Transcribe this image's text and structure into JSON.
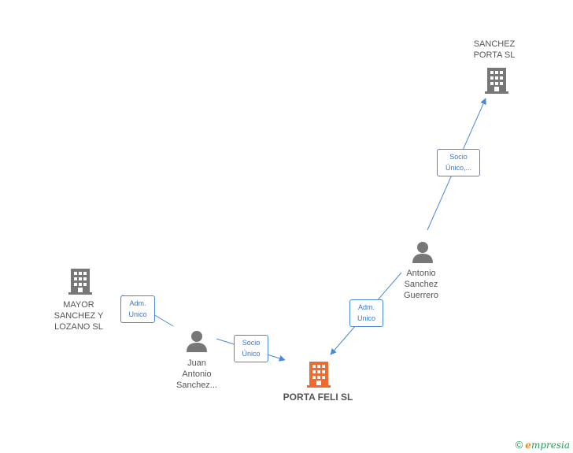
{
  "nodes": {
    "sanchez_porta": {
      "label": "SANCHEZ\nPORTA  SL",
      "kind": "company"
    },
    "antonio": {
      "label": "Antonio\nSanchez\nGuerrero",
      "kind": "person"
    },
    "mayor": {
      "label": "MAYOR\nSANCHEZ Y\nLOZANO SL",
      "kind": "company"
    },
    "juan": {
      "label": "Juan\nAntonio\nSanchez...",
      "kind": "person"
    },
    "porta_feli": {
      "label": "PORTA FELI SL",
      "kind": "company-main"
    }
  },
  "edges": {
    "antonio_sanchez_porta": {
      "label": "Socio\nÚnico,..."
    },
    "antonio_porta_feli": {
      "label": "Adm.\nUnico"
    },
    "juan_mayor": {
      "label": "Adm.\nUnico"
    },
    "juan_porta_feli": {
      "label": "Socio\nÚnico"
    }
  },
  "footer": {
    "copyright": "©",
    "brand_e": "e",
    "brand_rest": "mpresia"
  },
  "colors": {
    "edge": "#4a88d8",
    "node": "#777777",
    "main": "#f06a30"
  }
}
